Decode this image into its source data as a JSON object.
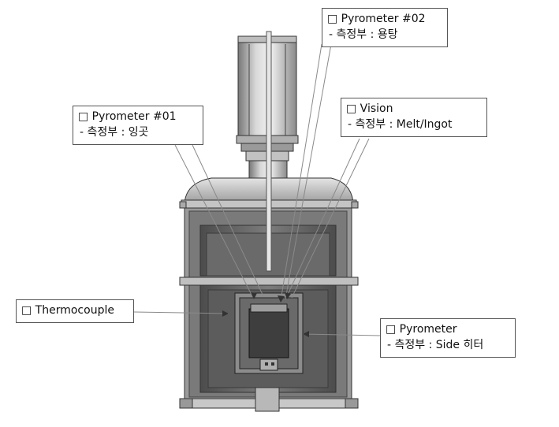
{
  "labels": {
    "pyrometer02": {
      "title": "□ Pyrometer #02",
      "sub": "- 측정부 : 용탕"
    },
    "pyrometer01": {
      "title": "□ Pyrometer #01",
      "sub": "- 측정부 : 잉곳"
    },
    "vision": {
      "title": "□ Vision",
      "sub": "- 측정부 : Melt/Ingot"
    },
    "thermocouple": {
      "title": "□ Thermocouple"
    },
    "pyrometer": {
      "title": "□ Pyrometer",
      "sub": "- 측정부 : Side 히터"
    }
  },
  "colors": {
    "leader_line": "#8a8a8a",
    "box_border": "#555555",
    "chamber_dark": "#5a5a5a",
    "chamber_mid": "#8c8c8c",
    "chamber_light": "#c8c8c8"
  }
}
